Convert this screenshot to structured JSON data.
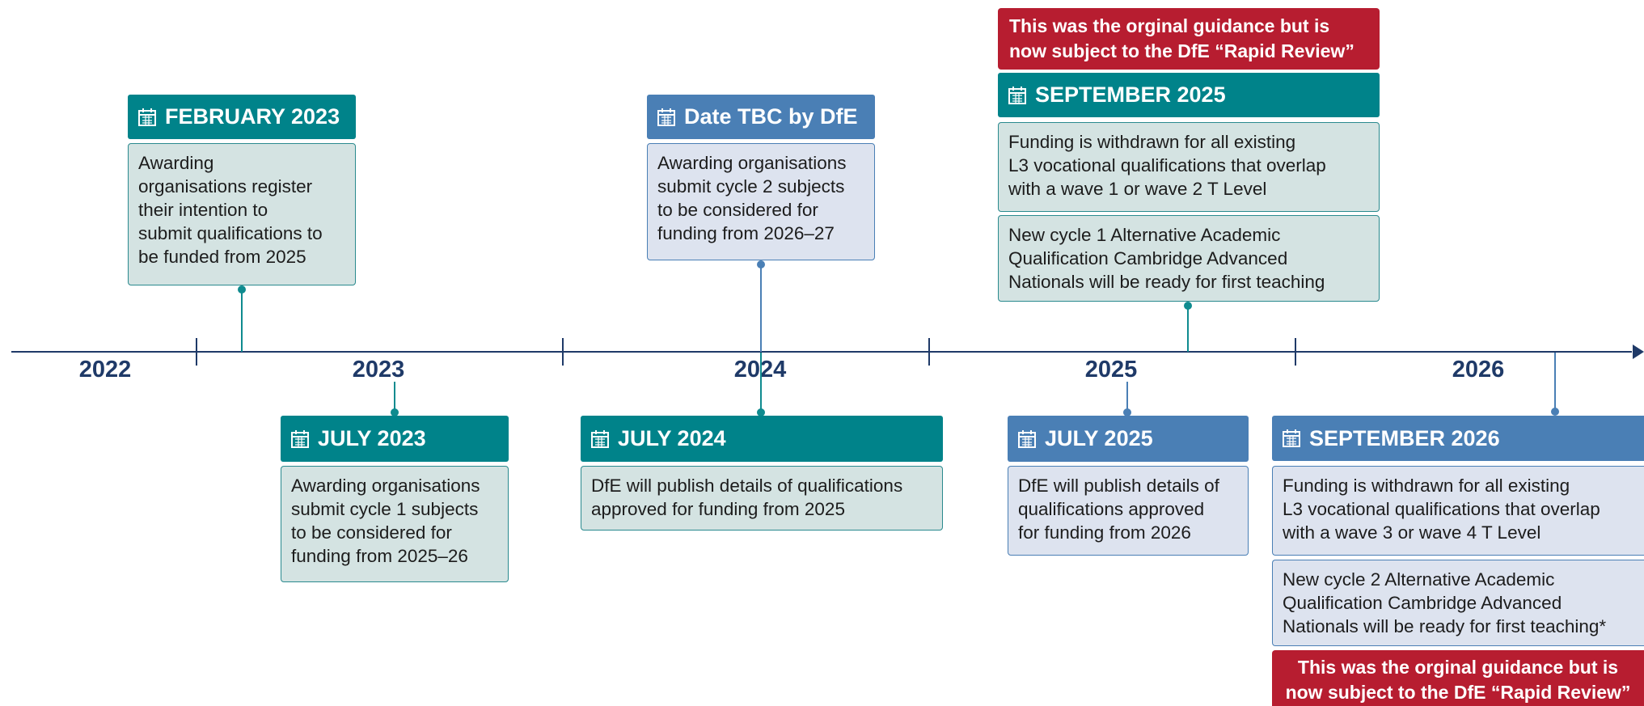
{
  "years": [
    "2022",
    "2023",
    "2024",
    "2025",
    "2026"
  ],
  "icon": "calendar-icon",
  "colors": {
    "axis": "#1f3a68",
    "teal": "#00838a",
    "blue": "#4a7fb5",
    "warning": "#b71d30"
  },
  "events": {
    "feb_2023": {
      "date": "FEBRUARY 2023",
      "lines": [
        "Awarding",
        "organisations register",
        "their intention to",
        "submit qualifications to",
        "be funded from 2025"
      ]
    },
    "tbc": {
      "date": "Date TBC by DfE",
      "lines": [
        "Awarding organisations",
        "submit cycle 2 subjects",
        "to be considered for",
        "funding from 2026–27"
      ]
    },
    "sep_2025": {
      "note_lines": [
        "This was the orginal guidance but is",
        "now subject to the DfE “Rapid Review”"
      ],
      "date": "SEPTEMBER 2025",
      "box1_lines": [
        "Funding is withdrawn for all existing",
        "L3 vocational qualifications that overlap",
        "with a wave 1 or wave 2 T Level"
      ],
      "box2_lines": [
        "New cycle 1 Alternative Academic",
        "Qualification Cambridge Advanced",
        "Nationals will be ready for first teaching"
      ]
    },
    "jul_2023": {
      "date": "JULY 2023",
      "lines": [
        "Awarding organisations",
        "submit cycle 1 subjects",
        "to be considered for",
        "funding from 2025–26"
      ]
    },
    "jul_2024": {
      "date": "JULY 2024",
      "lines": [
        "DfE will publish details of qualifications",
        "approved for funding from 2025"
      ]
    },
    "jul_2025": {
      "date": "JULY 2025",
      "lines": [
        "DfE will publish details of",
        "qualifications approved",
        "for funding from 2026"
      ]
    },
    "sep_2026": {
      "date": "SEPTEMBER 2026",
      "box1_lines": [
        "Funding is withdrawn for all existing",
        "L3 vocational qualifications that overlap",
        "with a wave 3 or wave 4 T Level"
      ],
      "box2_lines": [
        "New cycle 2 Alternative Academic",
        "Qualification Cambridge Advanced",
        "Nationals will be ready for first teaching*"
      ],
      "note_lines": [
        "This was the orginal guidance but is",
        "now subject to the DfE “Rapid Review”"
      ]
    }
  }
}
